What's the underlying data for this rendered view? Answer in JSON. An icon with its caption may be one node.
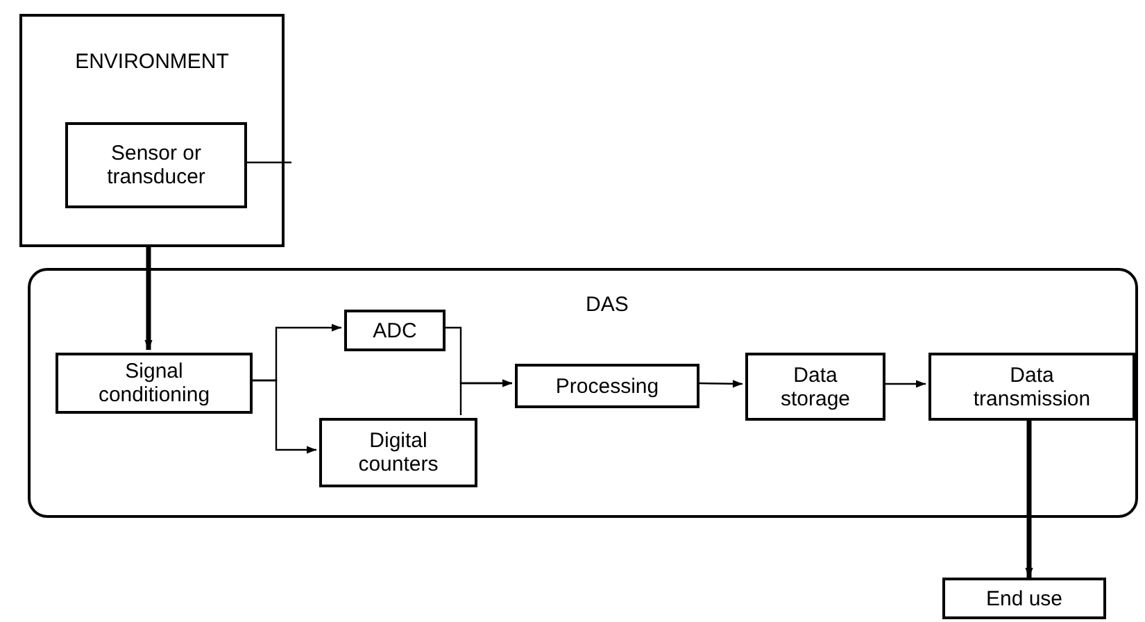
{
  "diagram": {
    "nodes": [
      {
        "text": [
          "ENVIRONMENT"
        ]
      },
      {
        "text": [
          "Sensor or transducer"
        ],
        "in": 0
      },
      {
        "text": [
          "DAS"
        ]
      },
      {
        "text": [
          "Signal conditioning"
        ],
        "in": 2
      },
      {
        "text": [
          "ADC"
        ],
        "in": 2
      },
      {
        "text": [
          "Digital counters"
        ],
        "in": 2
      },
      {
        "text": [
          "Processing"
        ],
        "in": 2
      },
      {
        "text": [
          "Data storage"
        ],
        "in": 2
      },
      {
        "text": [
          "Data transmission"
        ],
        "in": 2
      },
      {
        "text": [
          "End use"
        ]
      }
    ],
    "edges": [
      {
        "from": 1,
        "to": null,
        "arrow": "none"
      },
      {
        "from": 0,
        "to": 3,
        "arrow": "to",
        "style": "thick"
      },
      {
        "from": 3,
        "to": 4,
        "arrow": "to"
      },
      {
        "from": 3,
        "to": 5,
        "arrow": "to"
      },
      {
        "from": 4,
        "to": 6,
        "arrow": "to"
      },
      {
        "from": 5,
        "to": 6,
        "arrow": "to"
      },
      {
        "from": 6,
        "to": 7,
        "arrow": "to"
      },
      {
        "from": 7,
        "to": 8,
        "arrow": "to"
      },
      {
        "from": 8,
        "to": 9,
        "arrow": "to",
        "style": "thick"
      }
    ]
  }
}
